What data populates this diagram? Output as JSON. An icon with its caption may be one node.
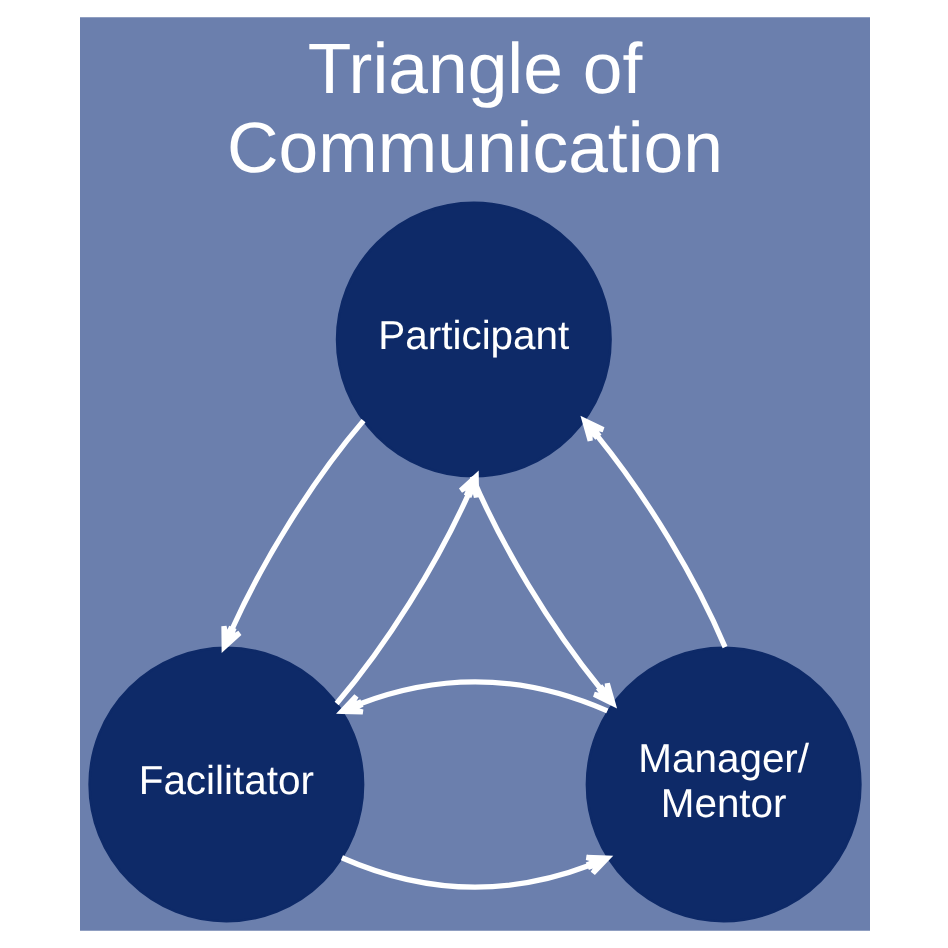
{
  "diagram": {
    "title": "Triangle of Communication",
    "nodes": [
      {
        "text": [
          "Participant"
        ]
      },
      {
        "text": [
          "Facilitator"
        ]
      },
      {
        "text": [
          "Manager/ Mentor"
        ]
      }
    ],
    "edges": [
      {
        "from": 0,
        "to": 1,
        "arrow": "to"
      },
      {
        "from": 1,
        "to": 0,
        "arrow": "to"
      },
      {
        "from": 0,
        "to": 2,
        "arrow": "to"
      },
      {
        "from": 2,
        "to": 0,
        "arrow": "to"
      },
      {
        "from": 1,
        "to": 2,
        "arrow": "to"
      },
      {
        "from": 2,
        "to": 1,
        "arrow": "to"
      }
    ]
  }
}
